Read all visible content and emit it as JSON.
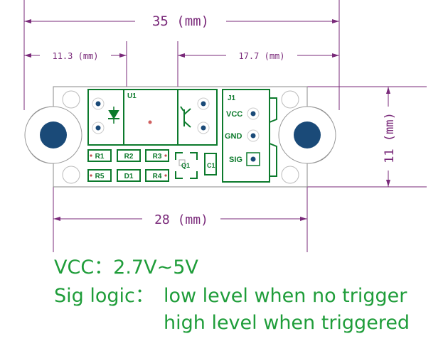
{
  "dimensions": {
    "total_width": "35 (mm)",
    "left_offset": "11.3 (mm)",
    "right_offset": "17.7 (mm)",
    "height": "11 (mm)",
    "hole_spacing": "28 (mm)"
  },
  "silkscreen": {
    "u1": "U1",
    "j1": "J1",
    "pins": [
      "VCC",
      "GND",
      "SIG"
    ],
    "resistors": [
      "R1",
      "R2",
      "R3",
      "R5",
      "D1",
      "R4"
    ],
    "q1": "Q1",
    "c1": "C1"
  },
  "specs": {
    "vcc": "VCC：2.7V~5V",
    "sig_label": "Sig logic：",
    "sig_low": "low level when no trigger",
    "sig_high": "high level when triggered"
  },
  "colors": {
    "dimension": "#7a2a7a",
    "pcb_outline": "#0c7a2c",
    "hole": "#1a4a78",
    "spec_text": "#1f9d3a"
  }
}
